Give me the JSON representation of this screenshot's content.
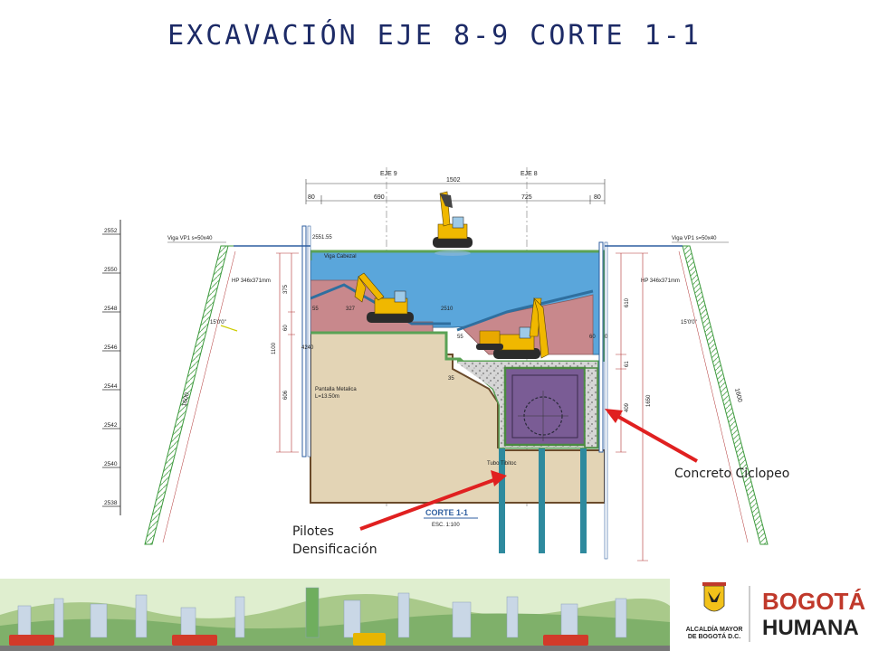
{
  "title": "EXCAVACIÓN EJE 8-9 CORTE 1-1",
  "callouts": {
    "concreto": "Concreto Ciclopeo",
    "pilotes_line1": "Pilotes",
    "pilotes_line2": "Densificación"
  },
  "drawing": {
    "axis_top_left": "EJE 9",
    "axis_top_right": "EJE 8",
    "dim_total": "1502",
    "dim_left_80": "80",
    "dim_690": "690",
    "dim_725": "725",
    "dim_right_80": "80",
    "level_top": "2551.55",
    "viga_left": "Viga VP1  s=50x40",
    "viga_right": "Viga VP1  s=50x40",
    "viga_cabezal": "Viga Cabezal",
    "hp_left": "HP 346x371mm",
    "hp_right": "HP 346x371mm",
    "angle_left": "15'0'0\"",
    "angle_right": "15'0'0\"",
    "len_left": "1600",
    "len_right": "1600",
    "dim_375": "375",
    "dim_60": "60",
    "dim_1100": "1100",
    "dim_606": "606",
    "dim_4240": "4240",
    "dim_55": "55",
    "dim_327": "327",
    "dim_2510": "2510",
    "dim_55b": "55",
    "dim_610": "610",
    "dim_60r": "60",
    "dim_0": "0",
    "dim_61": "61",
    "dim_409": "409",
    "dim_1650": "1650",
    "dim_35": "35",
    "pantalla_1": "Pantalla Metalica",
    "pantalla_2": "L=13.50m",
    "tubo": "Tubo  Tibitoc",
    "corte_title": "CORTE 1-1",
    "corte_scale": "ESC. 1:100",
    "levels": [
      "2552",
      "2550",
      "2548",
      "2546",
      "2544",
      "2542",
      "2540",
      "2538"
    ]
  },
  "footer": {
    "alcaldia_1": "ALCALDÍA MAYOR",
    "alcaldia_2": "DE BOGOTÁ D.C.",
    "brand_1": "BOGOTÁ",
    "brand_2": "HUMANA"
  },
  "colors": {
    "water": "#5aa6db",
    "upper_soil": "#c8888c",
    "lower_soil": "#e3d4b5",
    "foundation_outline": "#6a4a2a",
    "green_frame": "#5aa255",
    "pile": "#2e8a9e",
    "arrow": "#e02020",
    "title": "#1c2a66",
    "gravel": "#c8c8c8",
    "box": "#7a5c95"
  }
}
